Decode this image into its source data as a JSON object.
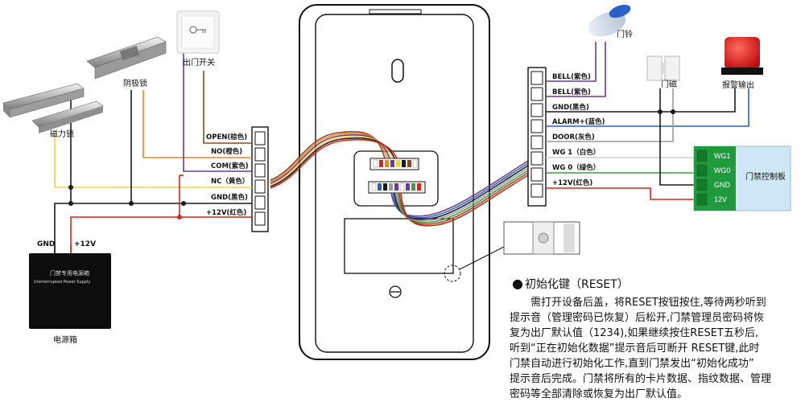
{
  "devices": {
    "maglock": "磁力锁",
    "strike": "阴极锁",
    "exit_button": "出门开关",
    "power_box": "电源箱",
    "doorbell": "门铃",
    "door_sensor": "门磁",
    "alarm": "报警输出",
    "controller": "门禁控制板"
  },
  "psu_card": {
    "title": "门禁专用电源箱",
    "subtitle": "Uninterrupted Power Supply"
  },
  "left_terminal": [
    "OPEN(棕色)",
    "NO(橙色)",
    "COM(紫色)",
    "NC（黄色）",
    "GND(黑色)",
    "+12V(红色)"
  ],
  "right_terminal": [
    "BELL(紫色)",
    "BELL(紫色)",
    "GND(黑色)",
    "ALARM+(蓝色)",
    "DOOR(灰色)",
    "WG 1（白色）",
    "WG 0（绿色）",
    "+12V(红色)"
  ],
  "controller_terms": [
    "WG1",
    "WG0",
    "GND",
    "12V"
  ],
  "supply_labels": {
    "gnd": "GND",
    "v12": "+12V"
  },
  "reset_note": {
    "title": "初始化键（RESET）",
    "lines": [
      "需打开设备后盖，将RESET按钮按住,等待两秒听到",
      "提示音（管理密码已恢复）后松开,门禁管理员密码将恢",
      "复为出厂默认值（1234),如果继续按住RESET五秒后,",
      "听到“正在初始化数据”提示音后可断开 RESET键,此时",
      "门禁自动进行初始化工作,直到门禁发出“初始化成功”",
      "提示音后完成。门禁将所有的卡片数据、指纹数据、管理",
      "密码等全部清除或恢复为出厂默认值。"
    ]
  },
  "colors": {
    "brown": "#8b4a1e",
    "orange": "#e8852a",
    "purple": "#6a3d8f",
    "yellow": "#f2d43a",
    "black": "#1a1a1a",
    "red": "#d9261c",
    "blue": "#2f5fb8",
    "gray": "#9a9a9a",
    "white": "#ffffff",
    "green": "#3aa047",
    "controller_green": "#1f9a3c",
    "controller_blue": "#cfe7f4"
  }
}
